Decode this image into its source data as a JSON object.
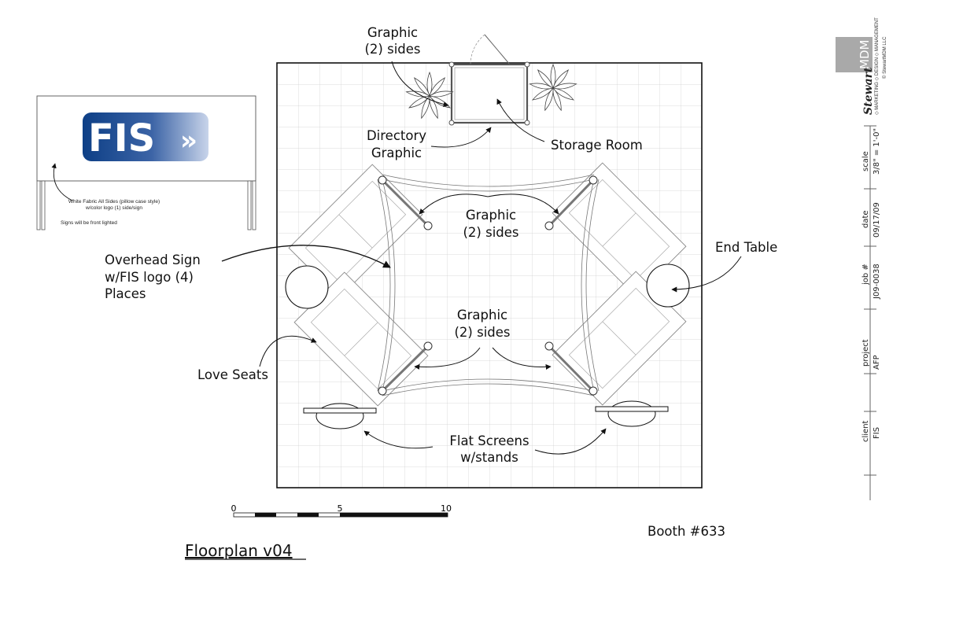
{
  "sign": {
    "logo_text": "FIS",
    "logo_arrows": "»",
    "note_line1": "White Fabric All Sides (pillow case style)",
    "note_line2": "w/color logo (1) side/sign",
    "note_line3": "Signs will be front lighted"
  },
  "labels": {
    "graphic_top_1": "Graphic",
    "graphic_top_2": "(2) sides",
    "directory_1": "Directory",
    "directory_2": "Graphic",
    "storage_room": "Storage Room",
    "graphic_mid_1": "Graphic",
    "graphic_mid_2": "(2) sides",
    "overhead_1": "Overhead Sign",
    "overhead_2": "w/FIS logo (4)",
    "overhead_3": "Places",
    "end_table": "End Table",
    "graphic_low_1": "Graphic",
    "graphic_low_2": "(2) sides",
    "love_seats": "Love Seats",
    "flat_1": "Flat Screens",
    "flat_2": "w/stands"
  },
  "scale_bar": {
    "t0": "0",
    "t5": "5",
    "t10": "10"
  },
  "booth": "Booth #633",
  "title": "Floorplan v04",
  "title_block": {
    "brand_logo": "MDM",
    "brand_name": "Stewart",
    "brand_tagline": "◇ MARKETING ◇ DESIGN ◇ MANAGEMENT",
    "copyright": "© StewartMDM LLC",
    "scale_label": "scale",
    "scale_value": "3/8\" = 1'-0\"",
    "date_label": "date",
    "date_value": "09/17/09",
    "job_label": "job #",
    "job_value": "J09-0038",
    "project_label": "project",
    "project_value": "AFP",
    "client_label": "client",
    "client_value": "FIS"
  },
  "colors": {
    "logo_dark": "#0d3f86",
    "logo_light": "#c8d4ea",
    "brand_block": "#a9a9a9"
  }
}
